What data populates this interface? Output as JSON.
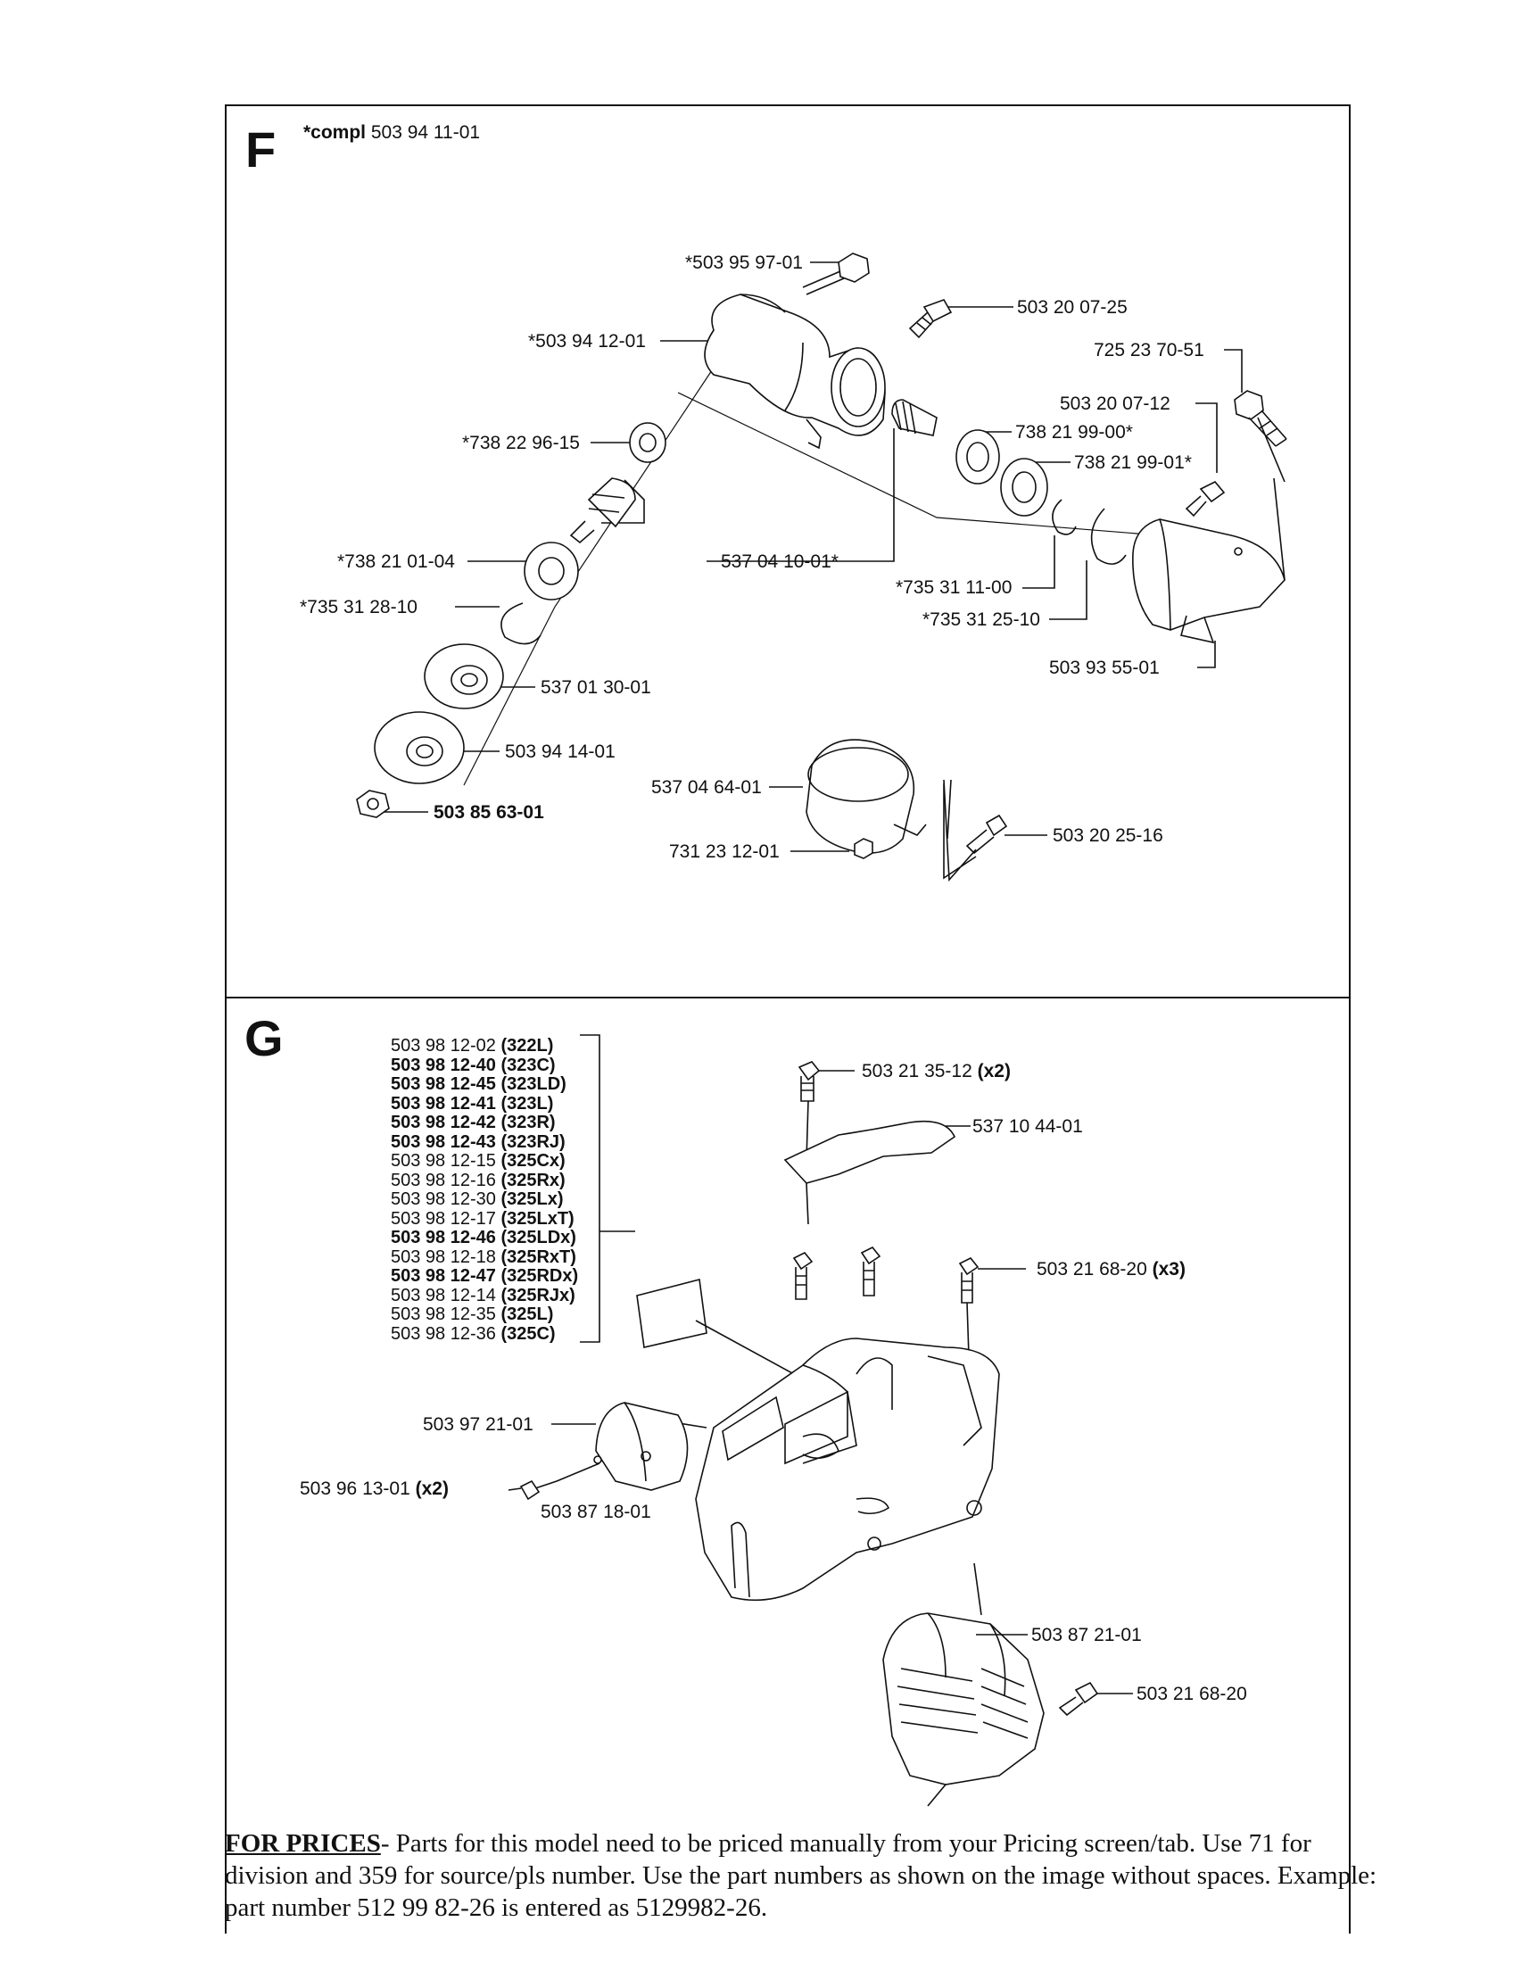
{
  "section_f": {
    "letter": "F",
    "compl_prefix": "*compl",
    "compl_number": "503 94 11-01",
    "labels": {
      "p1": "*503 95 97-01",
      "p2": "503 20 07-25",
      "p3": "*503 94 12-01",
      "p4": "725 23 70-51",
      "p5": "503 20 07-12",
      "p6": "*738 22 96-15",
      "p7": "738 21 99-00*",
      "p8": "738 21 99-01*",
      "p9": "*738 21 01-04",
      "p10": "537 04 10-01*",
      "p11": "*735 31 11-00",
      "p12": "*735 31 28-10",
      "p13": "*735 31 25-10",
      "p14": "503 93 55-01",
      "p15": "537 01 30-01",
      "p16": "503 94 14-01",
      "p17": "537 04 64-01",
      "p18": "503 85 63-01",
      "p19": "503 20 25-16",
      "p20": "731 23 12-01"
    }
  },
  "section_g": {
    "letter": "G",
    "kit_list": [
      {
        "number": "503 98 12-02",
        "model": "(322L)",
        "bold": false
      },
      {
        "number": "503 98 12-40",
        "model": "(323C)",
        "bold": true
      },
      {
        "number": "503 98 12-45",
        "model": "(323LD)",
        "bold": true
      },
      {
        "number": "503 98 12-41",
        "model": "(323L)",
        "bold": true
      },
      {
        "number": "503 98 12-42",
        "model": "(323R)",
        "bold": true
      },
      {
        "number": "503 98 12-43",
        "model": "(323RJ)",
        "bold": true
      },
      {
        "number": "503 98 12-15",
        "model": "(325Cx)",
        "bold": false
      },
      {
        "number": "503 98 12-16",
        "model": "(325Rx)",
        "bold": false
      },
      {
        "number": "503 98 12-30",
        "model": "(325Lx)",
        "bold": false
      },
      {
        "number": "503 98 12-17",
        "model": "(325LxT)",
        "bold": false
      },
      {
        "number": "503 98 12-46",
        "model": "(325LDx)",
        "bold": true
      },
      {
        "number": "503 98 12-18",
        "model": "(325RxT)",
        "bold": false
      },
      {
        "number": "503 98 12-47",
        "model": "(325RDx)",
        "bold": true
      },
      {
        "number": "503 98 12-14",
        "model": "(325RJx)",
        "bold": false
      },
      {
        "number": "503 98 12-35",
        "model": "(325L)",
        "bold": false
      },
      {
        "number": "503 98 12-36",
        "model": "(325C)",
        "bold": false
      }
    ],
    "labels": {
      "g1_num": "503 21 35-12",
      "g1_qty": "(x2)",
      "g2": "537 10 44-01",
      "g3_num": "503 21 68-20",
      "g3_qty": "(x3)",
      "g4": "503 97 21-01",
      "g5_num": "503 96 13-01",
      "g5_qty": "(x2)",
      "g6": "503 87 18-01",
      "g7": "503 87 21-01",
      "g8": "503 21 68-20"
    }
  },
  "footer": {
    "heading": "FOR PRICES",
    "text": "- Parts for this model need to be priced manually from your Pricing screen/tab. Use 71 for division and 359 for source/pls number.  Use the part numbers as shown on the image without spaces. Example: part number 512 99 82-26 is entered as 5129982-26."
  }
}
